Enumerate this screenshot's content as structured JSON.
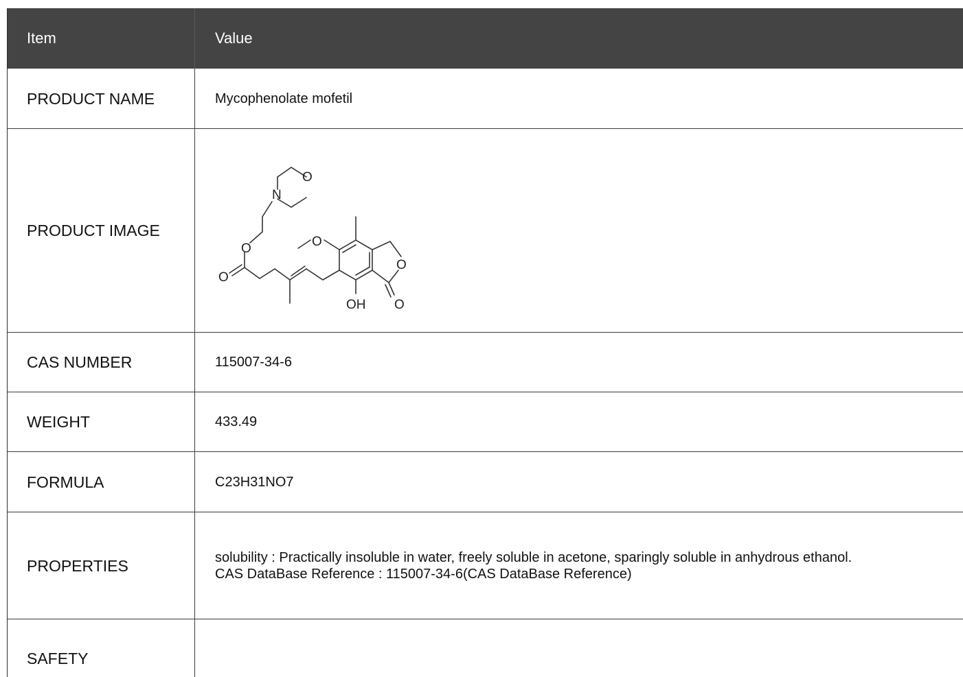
{
  "table": {
    "header": {
      "item": "Item",
      "value": "Value"
    },
    "rows": {
      "product_name": {
        "label": "PRODUCT NAME",
        "value": "Mycophenolate mofetil"
      },
      "product_image": {
        "label": "PRODUCT IMAGE",
        "atoms": {
          "o_ring": "O",
          "n_ring": "N",
          "o_ester": "O",
          "o_carbonyl": "O",
          "o_methoxy": "O",
          "o_lactone": "O",
          "o_lactone_carbonyl": "O",
          "oh": "OH"
        }
      },
      "cas_number": {
        "label": "CAS NUMBER",
        "value": "115007-34-6"
      },
      "weight": {
        "label": "WEIGHT",
        "value": "433.49"
      },
      "formula": {
        "label": "FORMULA",
        "value": "C23H31NO7"
      },
      "properties": {
        "label": "PROPERTIES",
        "line1": "solubility : Practically insoluble in water, freely soluble in acetone, sparingly soluble in anhydrous ethanol.",
        "line2": "CAS DataBase Reference : 115007-34-6(CAS DataBase Reference)"
      },
      "safety": {
        "label": "SAFETY",
        "value": ""
      }
    }
  }
}
